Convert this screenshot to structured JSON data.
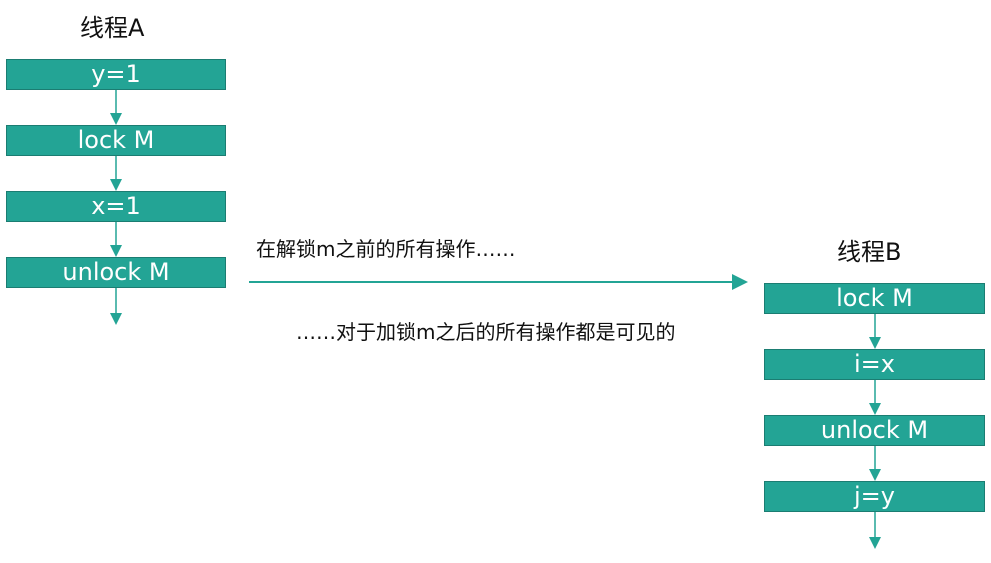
{
  "thread_a": {
    "title": "线程A",
    "steps": [
      "y=1",
      "lock M",
      "x=1",
      "unlock M"
    ]
  },
  "thread_b": {
    "title": "线程B",
    "steps": [
      "lock M",
      "i=x",
      "unlock M",
      "j=y"
    ]
  },
  "happens_before": {
    "label_top": "在解锁m之前的所有操作……",
    "label_bottom": "……对于加锁m之后的所有操作都是可见的"
  },
  "colors": {
    "box_fill": "#23a495",
    "box_border": "#1b7d72",
    "arrow": "#23a495",
    "text": "#111111"
  }
}
